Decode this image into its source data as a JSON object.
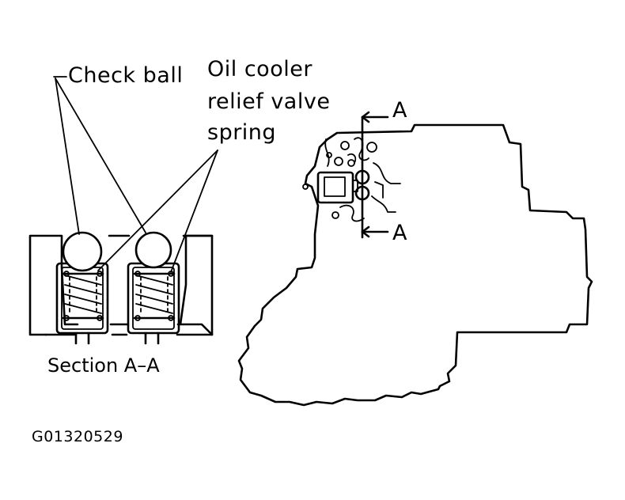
{
  "labels": {
    "check_ball": "Check ball",
    "oil_cooler_line1": "Oil cooler",
    "oil_cooler_line2": "relief valve",
    "oil_cooler_line3": "spring",
    "section": "Section A–A",
    "marker_top": "A",
    "marker_bottom": "A",
    "figure_code": "G01320529"
  },
  "colors": {
    "ink": "#000000",
    "paper": "#ffffff"
  }
}
